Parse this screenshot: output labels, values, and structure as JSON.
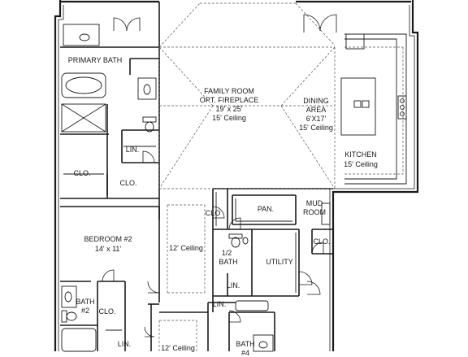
{
  "rooms": {
    "primary_bath": "PRIMARY BATH",
    "family_room": "FAMILY ROOM",
    "family_option": "OPT. FIREPLACE",
    "family_size": "19' x 25'",
    "family_ceiling": "15' Ceiling",
    "dining": "DINING",
    "dining_area": "AREA",
    "dining_size": "6'X17'",
    "dining_ceiling": "15' Ceiling",
    "kitchen": "KITCHEN",
    "kitchen_ceiling": "15' Ceiling",
    "lin_primary": "LIN.",
    "clo_left": "CLO.",
    "clo_primary": "CLO.",
    "clo_hall": "CLO",
    "pan": "PAN.",
    "mud": "MUD",
    "mud_room": "ROOM",
    "clo_mud": "CLO.",
    "bedroom2": "BEDROOM #2",
    "bedroom2_size": "14' x 11'",
    "hall_ceiling": "12' Ceiling",
    "half": "1/2",
    "half_bath": "BATH",
    "utility": "UTILITY",
    "lin_utility": "LIN.",
    "bath2": "BATH",
    "bath2_num": "#2",
    "clo_bath2": "CLO.",
    "lin_bottom": "LIN.",
    "lin_hall2": "LIN.",
    "lower_ceiling": "12' Ceiling",
    "bath4": "BATH",
    "bath4_num": "#4"
  }
}
